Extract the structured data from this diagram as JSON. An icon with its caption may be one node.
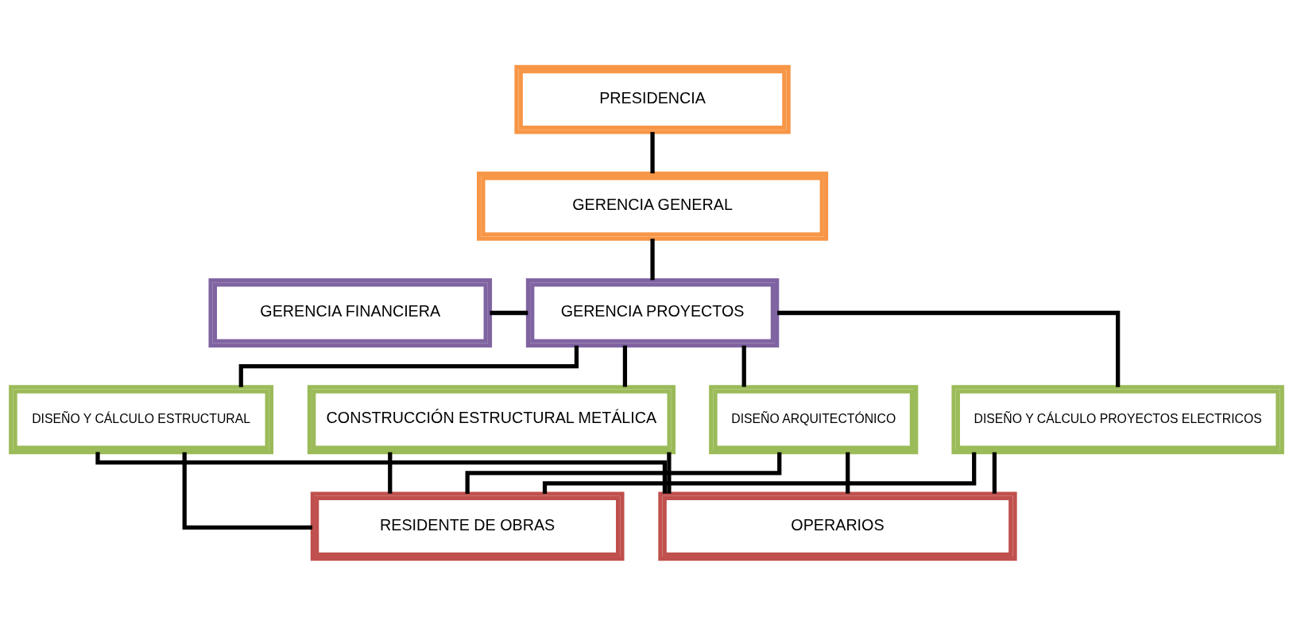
{
  "diagram": {
    "nodes": [
      {
        "text": [
          "PRESIDENCIA"
        ]
      },
      {
        "text": [
          "GERENCIA GENERAL"
        ]
      },
      {
        "text": [
          "GERENCIA FINANCIERA"
        ]
      },
      {
        "text": [
          "GERENCIA PROYECTOS"
        ]
      },
      {
        "text": [
          "DISEÑO ARQUITECTÓNICO"
        ]
      },
      {
        "text": [
          "DISEÑO Y CÁLCULO PROYECTOS ELECTRICOS"
        ]
      },
      {
        "text": [
          "DISEÑO Y CÁLCULO ESTRUCTURAL"
        ]
      },
      {
        "text": [
          "CONSTRUCCIÓN ESTRUCTURAL METÁLICA"
        ]
      },
      {
        "text": [
          "RESIDENTE DE OBRAS"
        ]
      },
      {
        "text": [
          "OPERARIOS"
        ]
      }
    ],
    "edges": [
      {
        "from": 0,
        "to": 1,
        "arrow": "none"
      },
      {
        "from": 1,
        "to": 3,
        "arrow": "none"
      },
      {
        "from": 2,
        "to": 3,
        "arrow": "none"
      },
      {
        "from": 3,
        "to": 4,
        "arrow": "none"
      },
      {
        "from": 3,
        "to": 5,
        "arrow": "none"
      },
      {
        "from": 3,
        "to": 6,
        "arrow": "none"
      },
      {
        "from": 3,
        "to": 7,
        "arrow": "none"
      },
      {
        "from": 4,
        "to": 8,
        "arrow": "none"
      },
      {
        "from": 4,
        "to": 9,
        "arrow": "none"
      },
      {
        "from": 5,
        "to": 8,
        "arrow": "none"
      },
      {
        "from": 5,
        "to": 9,
        "arrow": "none"
      },
      {
        "from": 6,
        "to": 8,
        "arrow": "none"
      },
      {
        "from": 6,
        "to": 9,
        "arrow": "none"
      },
      {
        "from": 7,
        "to": 8,
        "arrow": "none"
      },
      {
        "from": 7,
        "to": 9,
        "arrow": "none"
      }
    ]
  }
}
